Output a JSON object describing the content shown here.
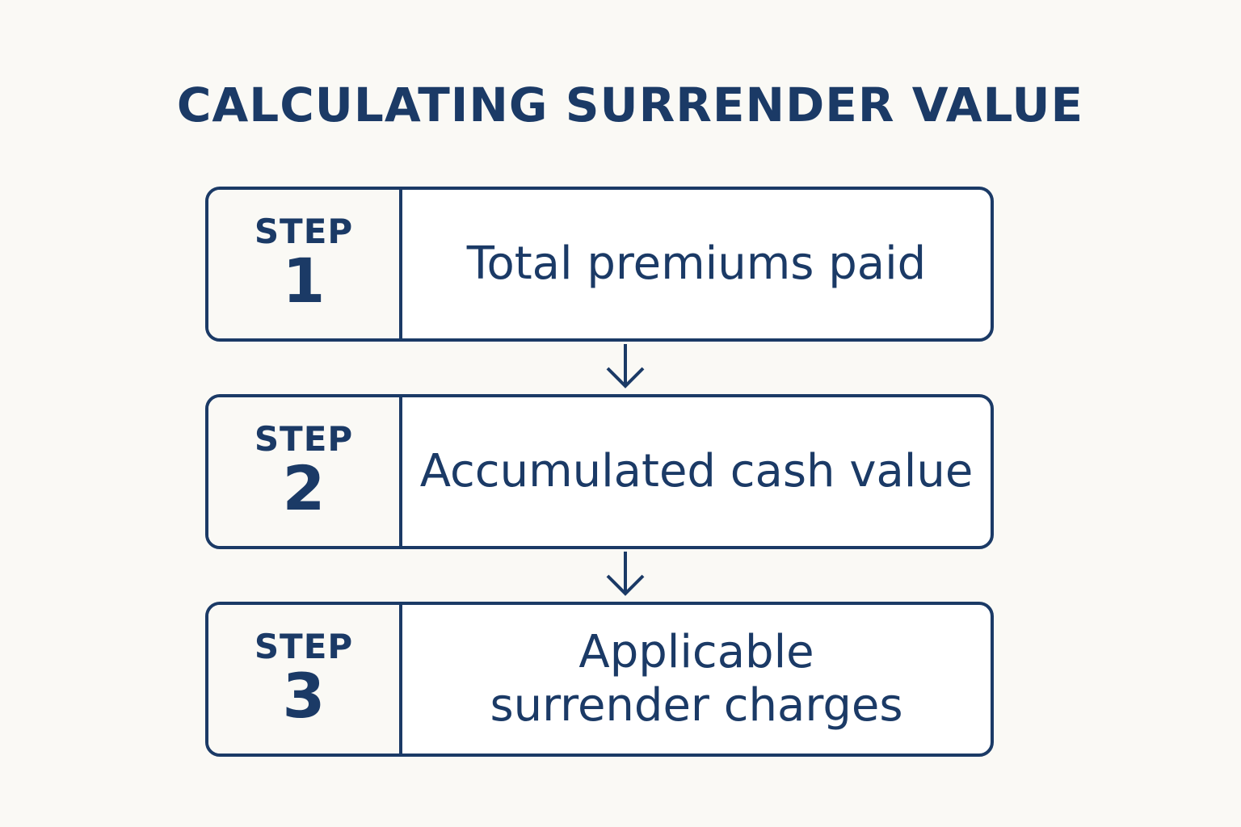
{
  "title": "CALCULATING SURRENDER VALUE",
  "steps": [
    {
      "label": "STEP",
      "number": "1",
      "text": "Total premiums paid"
    },
    {
      "label": "STEP",
      "number": "2",
      "text": "Accumulated cash value"
    },
    {
      "label": "STEP",
      "number": "3",
      "text": "Applicable\nsurrender charges"
    }
  ],
  "colors": {
    "primary": "#1b3a66",
    "background": "#faf9f5",
    "box_fill": "#ffffff"
  },
  "connectors": [
    "arrow-down-icon",
    "arrow-down-icon"
  ]
}
